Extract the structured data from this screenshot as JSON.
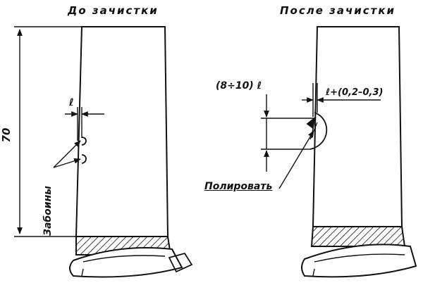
{
  "left_view": {
    "title": "До зачистки",
    "dimension_height": "70",
    "dimension_width": "ℓ",
    "callout_label": "Забоины"
  },
  "right_view": {
    "title": "После зачистки",
    "dimension_length": "(8÷10) ℓ",
    "dimension_depth": "ℓ+(0,2–0,3)",
    "callout_label": "Полировать"
  }
}
